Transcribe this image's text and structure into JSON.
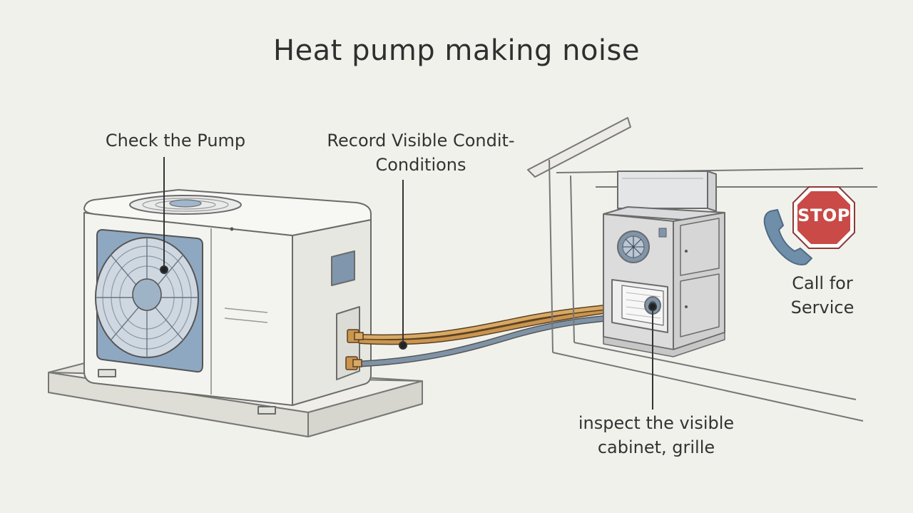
{
  "title": "Heat pump making noise",
  "labels": {
    "check_pump": "Check the Pump",
    "record_line1": "Record Visible Condit-",
    "record_line2": "Conditions",
    "service_line1": "Call for",
    "service_line2": "Service",
    "inspect_line1": "inspect the visible",
    "inspect_line2": "cabinet, grille",
    "stop_sign": "STOP"
  },
  "icons": {
    "phone": "phone-icon",
    "stop": "stop-sign-icon",
    "fan": "fan-icon"
  },
  "colors": {
    "background": "#f1f1ec",
    "fan_blue": "#8fa8c2",
    "copper": "#c99550",
    "insulated_line": "#7f93a8",
    "stop_red": "#c94a46",
    "phone_blue": "#6f8eaa",
    "outline": "#6b6b6b"
  }
}
